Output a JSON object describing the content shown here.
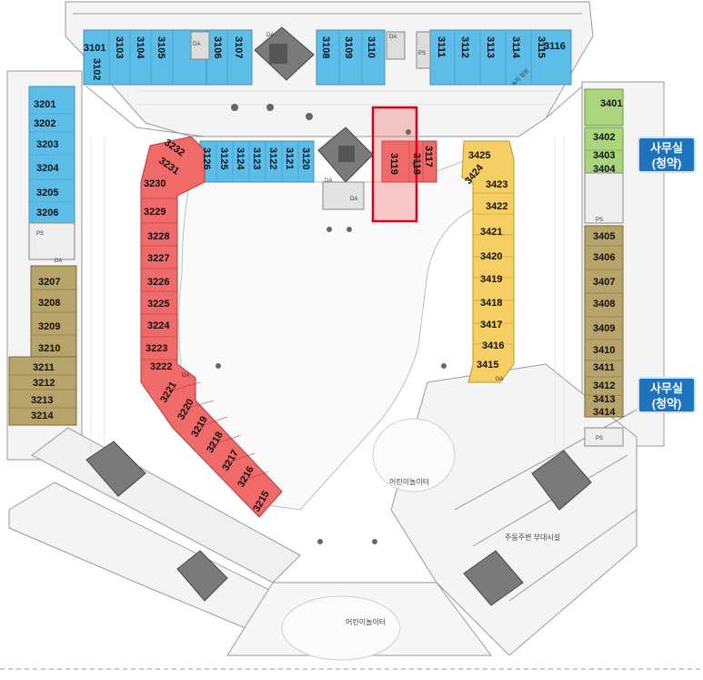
{
  "colors": {
    "blue": "#5cbde8",
    "red": "#f16a6a",
    "yellow": "#f5cf63",
    "olive": "#b7a46a",
    "green": "#a9d67e",
    "callout": "#1e73be",
    "highlight": "#e0001b"
  },
  "units": {
    "top_row": [
      "3101",
      "3102",
      "3103",
      "3104",
      "3105",
      "3106",
      "3107",
      "3108",
      "3109",
      "3110",
      "3111",
      "3112",
      "3113",
      "3114",
      "3115",
      "3116"
    ],
    "left_blue": [
      "3201",
      "3202",
      "3203",
      "3204",
      "3205",
      "3206"
    ],
    "left_olive": [
      "3207",
      "3208",
      "3209",
      "3210",
      "3211",
      "3212",
      "3213",
      "3214"
    ],
    "inner_blue": [
      "3126",
      "3125",
      "3124",
      "3123",
      "3122",
      "3121",
      "3120"
    ],
    "red_column": [
      "3232",
      "3231",
      "3230",
      "3229",
      "3228",
      "3227",
      "3226",
      "3225",
      "3224",
      "3223",
      "3222"
    ],
    "red_diagonal": [
      "3221",
      "3220",
      "3219",
      "3218",
      "3217",
      "3216",
      "3215"
    ],
    "center_red": [
      "3119",
      "3118",
      "3117"
    ],
    "yellow": [
      "3425",
      "3424",
      "3423",
      "3422",
      "3421",
      "3420",
      "3419",
      "3418",
      "3417",
      "3416",
      "3415"
    ],
    "right_green": [
      "3401",
      "3402",
      "3403",
      "3404"
    ],
    "right_olive": [
      "3405",
      "3406",
      "3407",
      "3408",
      "3409",
      "3410",
      "3411",
      "3412",
      "3413",
      "3414"
    ]
  },
  "core_labels": [
    "DA",
    "DA",
    "DA",
    "PS",
    "DA",
    "DA",
    "PS",
    "DA",
    "PS",
    "DA",
    "DA",
    "PS"
  ],
  "callouts": [
    {
      "line1": "사무실",
      "line2": "(청약)"
    },
    {
      "line1": "사무실",
      "line2": "(청약)"
    }
  ],
  "amenities": {
    "kids_play_1": "어린이놀이터",
    "kids_play_2": "어린이놀이터",
    "community": "주동주변 부대시설",
    "garden": "녹지 정원"
  }
}
